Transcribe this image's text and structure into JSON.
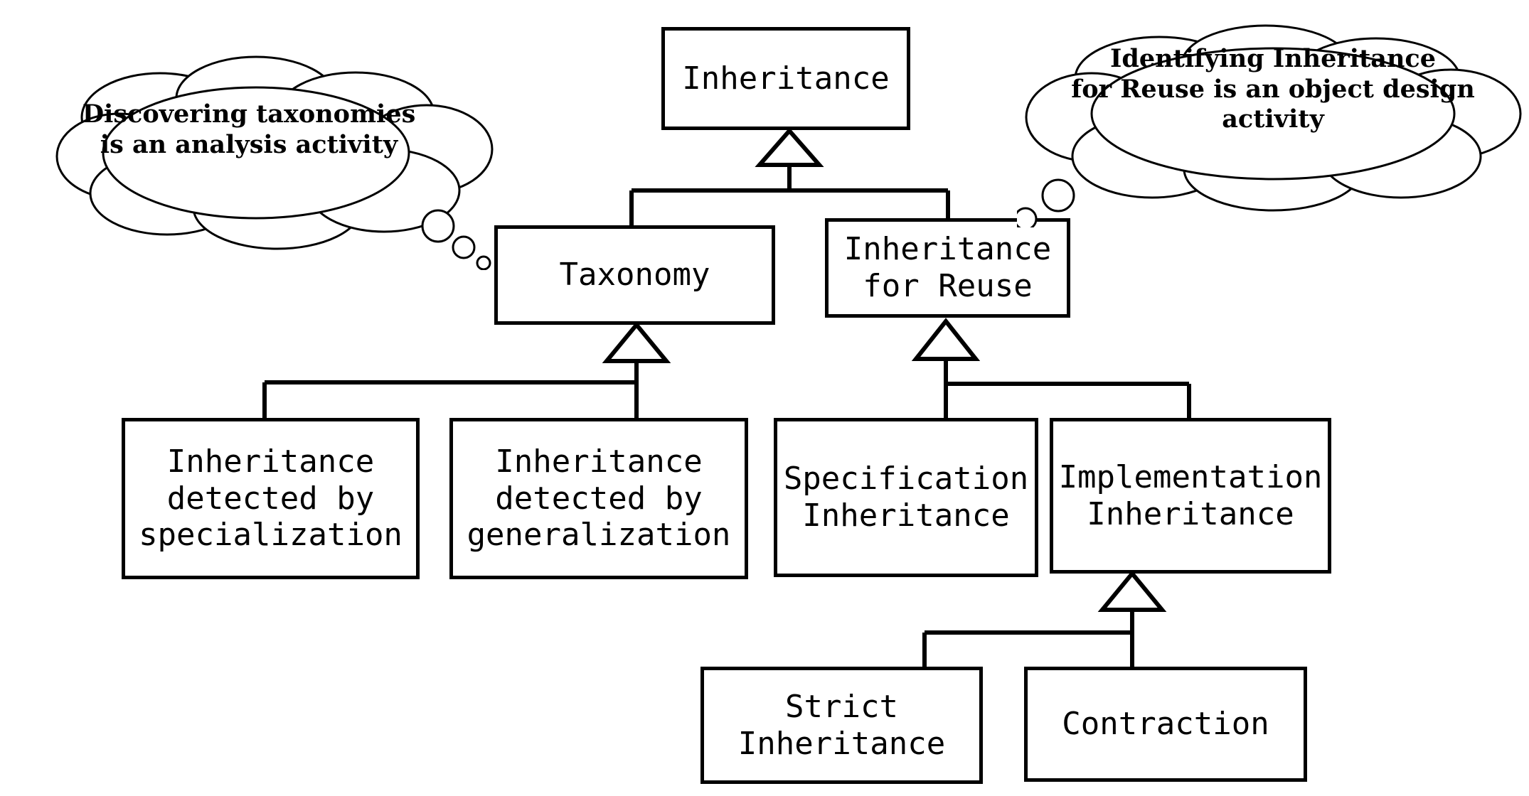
{
  "diagram": {
    "title": "Inheritance taxonomy",
    "type": "uml-class-hierarchy",
    "background_color": "#ffffff",
    "line_color": "#000000",
    "box_fill_color": "#ffffff"
  },
  "nodes": {
    "inheritance": {
      "label": "Inheritance"
    },
    "taxonomy": {
      "label": "Taxonomy"
    },
    "inheritance_for_reuse": {
      "label": "Inheritance\nfor Reuse"
    },
    "detected_specialization": {
      "label": "Inheritance\ndetected by\nspecialization"
    },
    "detected_generalization": {
      "label": "Inheritance\ndetected by\ngeneralization"
    },
    "specification_inheritance": {
      "label": "Specification\nInheritance"
    },
    "implementation_inheritance": {
      "label": "Implementation\nInheritance"
    },
    "strict_inheritance": {
      "label": "Strict\nInheritance"
    },
    "contraction": {
      "label": "Contraction"
    }
  },
  "thought_bubbles": {
    "left": {
      "text": "Discovering taxonomies\nis an analysis activity"
    },
    "right": {
      "text": "Identifying Inheritance\nfor Reuse is an object design\nactivity"
    }
  },
  "generalizations": [
    {
      "parent": "inheritance",
      "child": "taxonomy"
    },
    {
      "parent": "inheritance",
      "child": "inheritance_for_reuse"
    },
    {
      "parent": "taxonomy",
      "child": "detected_specialization"
    },
    {
      "parent": "taxonomy",
      "child": "detected_generalization"
    },
    {
      "parent": "inheritance_for_reuse",
      "child": "specification_inheritance"
    },
    {
      "parent": "inheritance_for_reuse",
      "child": "implementation_inheritance"
    },
    {
      "parent": "implementation_inheritance",
      "child": "strict_inheritance"
    },
    {
      "parent": "implementation_inheritance",
      "child": "contraction"
    }
  ]
}
